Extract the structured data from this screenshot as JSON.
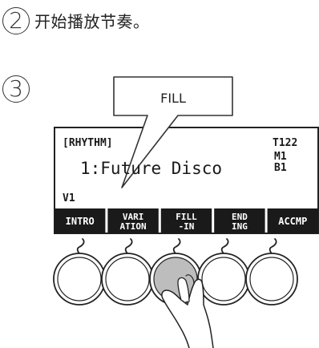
{
  "steps": [
    {
      "number": "2",
      "text": "开始播放节奏。"
    },
    {
      "number": "3",
      "text": ""
    }
  ],
  "callout": {
    "label": "FILL"
  },
  "display": {
    "mode": "[RHYTHM]",
    "tempo": "T122",
    "rhythm_name": "1:Future Disco",
    "measure": "M1",
    "beat": "B1",
    "variation": "V1"
  },
  "function_buttons": [
    {
      "line1": "INTRO",
      "line2": ""
    },
    {
      "line1": "VARI",
      "line2": "ATION"
    },
    {
      "line1": "FILL",
      "line2": "-IN"
    },
    {
      "line1": "END",
      "line2": "ING"
    },
    {
      "line1": "ACCMP",
      "line2": ""
    }
  ],
  "pressed_button_index": 2
}
